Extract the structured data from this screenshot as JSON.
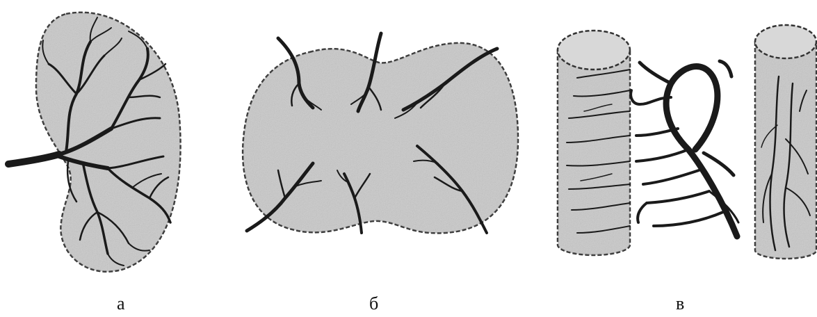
{
  "figure": {
    "panels": [
      {
        "id": "a",
        "caption": "а"
      },
      {
        "id": "b",
        "caption": "б"
      },
      {
        "id": "v",
        "caption": "в"
      }
    ]
  },
  "colors": {
    "tissue_fill": "#c9c9c9",
    "outline": "#333333",
    "vessel": "#1a1a1a"
  }
}
